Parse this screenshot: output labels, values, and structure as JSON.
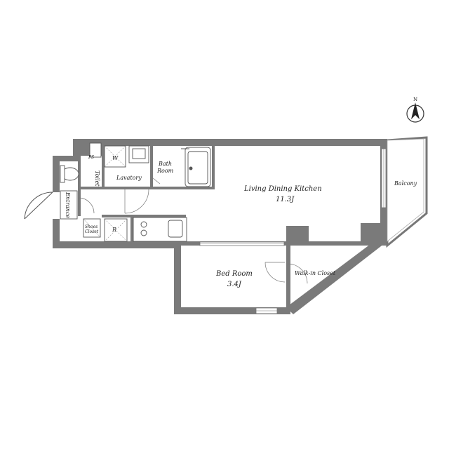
{
  "compass": {
    "label": "N"
  },
  "rooms": {
    "ldk": {
      "name": "Living Dining Kitchen",
      "size": "11.3J"
    },
    "bedroom": {
      "name": "Bed Room",
      "size": "3.4J"
    },
    "walk_in_closet": {
      "name": "Walk-in Closet"
    },
    "balcony": {
      "name": "Balcony"
    },
    "bath_room": {
      "name_line1": "Bath",
      "name_line2": "Room"
    },
    "lavatory": {
      "name": "Lavatory"
    },
    "toilet": {
      "name": "Toilet"
    },
    "entrance": {
      "name": "Entrance"
    },
    "shoes_closet": {
      "name_line1": "Shoes",
      "name_line2": "Closet"
    },
    "ps": {
      "name": "PS"
    },
    "washer": {
      "name": "W"
    },
    "refrigerator": {
      "name": "R"
    }
  }
}
